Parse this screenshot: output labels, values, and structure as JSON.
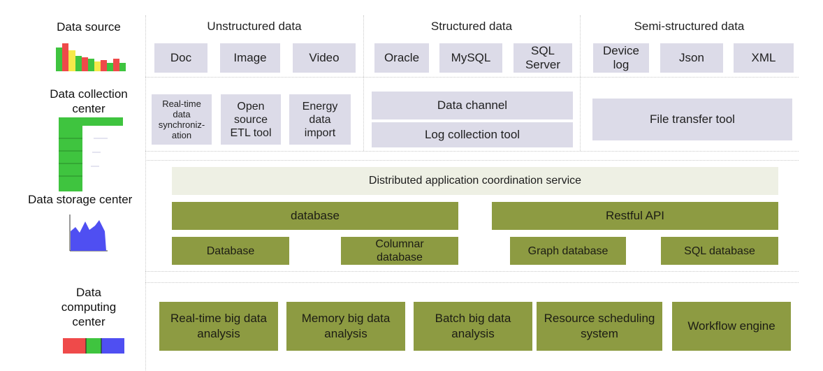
{
  "left_labels": {
    "data_source": "Data source",
    "data_collection": "Data collection center",
    "data_storage": "Data storage center",
    "data_computing": "Data computing center"
  },
  "sources": {
    "unstructured": {
      "title": "Unstructured data",
      "items": [
        "Doc",
        "Image",
        "Video"
      ]
    },
    "structured": {
      "title": "Structured data",
      "items": [
        "Oracle",
        "MySQL",
        "SQL Server"
      ]
    },
    "semi": {
      "title": "Semi-structured data",
      "items": [
        "Device log",
        "Json",
        "XML"
      ]
    }
  },
  "collection": {
    "realtime": "Real-time data synchroniz-ation",
    "etl": "Open source ETL tool",
    "energy": "Energy data import",
    "channel": "Data channel",
    "log_tool": "Log collection tool",
    "file_tool": "File transfer tool"
  },
  "storage": {
    "coordination": "Distributed application coordination service",
    "database_wide": "database",
    "restful": "Restful API",
    "database": "Database",
    "columnar": "Columnar database",
    "graph": "Graph database",
    "sql": "SQL database"
  },
  "computing": {
    "items": [
      "Real-time big data analysis",
      "Memory big data analysis",
      "Batch big data analysis",
      "Resource scheduling system",
      "Workflow engine"
    ]
  },
  "colors": {
    "lavender": "#dcdbe8",
    "olive": "#8d9b42",
    "cream": "#eef0e4",
    "thumb_green": "#3fc43f",
    "thumb_blue": "#4f4ff2",
    "thumb_red": "#ef4a4a"
  }
}
